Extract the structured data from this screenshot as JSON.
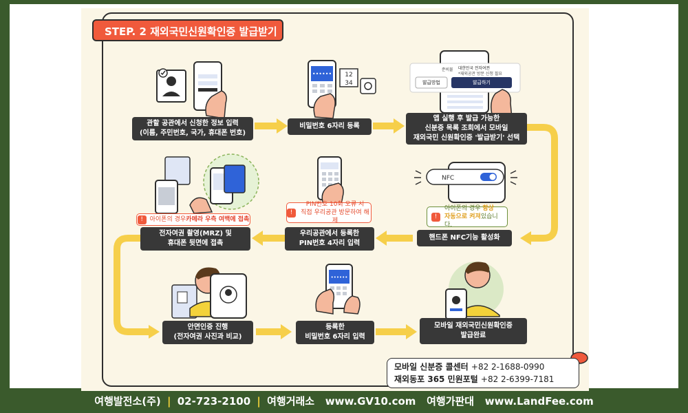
{
  "title": "STEP. 2 재외국민신원확인증 발급받기",
  "steps": {
    "s1": "관할 공관에서 신청한 정보 입력\n(이름, 주민번호, 국가, 휴대폰 번호)",
    "s2": "비밀번호 6자리 등록",
    "s3": "앱 실행 후 발급 가능한\n신분증 목록 조회에서 모바일\n재외국민 신원확인증 '발급받기' 선택",
    "s4": "핸드폰 NFC기능 활성화",
    "s5": "우리공관에서 등록한\nPIN번호 4자리 입력",
    "s6": "전자여권 촬영(MRZ) 및\n휴대폰 뒷면에 접촉",
    "s7": "안면인증 진행\n(전자여권 사진과 비교)",
    "s8": "등록한\n비밀번호 6자리 입력",
    "s9": "모바일 재외국민신원확인증\n발급완료"
  },
  "warnings": {
    "iphone_camera_prefix": "아이폰의 경우 ",
    "iphone_camera_bold": "카메라 우측 여백에 접촉",
    "pin_line1": "PIN번호 10회 오류 시",
    "pin_line2": "직접 우리공관 방문하여 해제",
    "nfc_line1_prefix": "아이폰의 경우 ",
    "nfc_line1_bold": "항상",
    "nfc_line2_bold": "자동으로 켜져",
    "nfc_line2_suffix": "있습니다."
  },
  "phone_screen": {
    "tab_left": "발급방법",
    "tab_right": "발급하기",
    "line1": "대한민국 전자여권",
    "line2": "*재외공관 방문 신청 필요",
    "small_left": "준비물"
  },
  "nfc_label": "NFC",
  "keypad_digits": "12\n34",
  "contact": {
    "line1_label": "모바일 신분증 콜센터",
    "line1_num": "+82 2-1688-0990",
    "line2_label": "재외동포 365 민원포털",
    "line2_num": "+82 2-6399-7181"
  },
  "footer": {
    "part1": "여행발전소(주)",
    "sep1": "|",
    "phone": "02-723-2100",
    "sep2": "|",
    "part2": "여행거래소",
    "site1": "www.GV10.com",
    "part3": "여행가판대",
    "site2": "www.LandFee.com"
  },
  "colors": {
    "accent": "#f05a3c",
    "arrow": "#f6cf4a",
    "step_box": "#383838",
    "frame": "#3a5a2c",
    "phone_blue": "#2f63d8"
  }
}
